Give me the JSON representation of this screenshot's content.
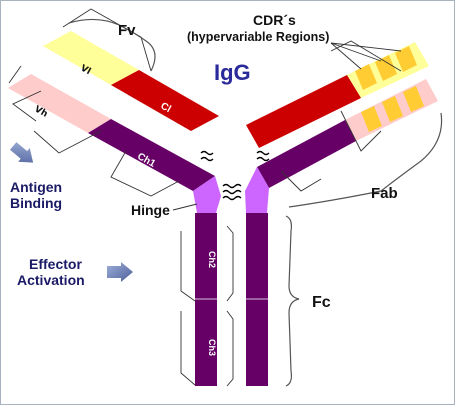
{
  "labels": {
    "title": "IgG",
    "fv": "Fv",
    "cdrs_line1": "CDR´s",
    "cdrs_line2": "(hypervariable Regions)",
    "vl": "Vl",
    "cl": "Cl",
    "vh": "Vh",
    "ch1": "Ch1",
    "ch2": "Ch2",
    "ch3": "Ch3",
    "antigen_line1": "Antigen",
    "antigen_line2": "Binding",
    "hinge": "Hinge",
    "fab": "Fab",
    "effector_line1": "Effector",
    "effector_line2": "Activation",
    "fc": "Fc"
  },
  "colors": {
    "light_variable": "#ffff99",
    "light_constant": "#cc0000",
    "heavy_variable": "#ffcccc",
    "heavy_constant": "#660066",
    "hinge": "#cc66ff",
    "cdr": "#ffcc33",
    "label": "#1a1a66",
    "arrow": "#5a6fa8"
  },
  "icons": {
    "antigen_arrow": "arrow-right-icon",
    "effector_arrow": "arrow-right-icon",
    "disulfide": "disulfide-bond-icon"
  }
}
